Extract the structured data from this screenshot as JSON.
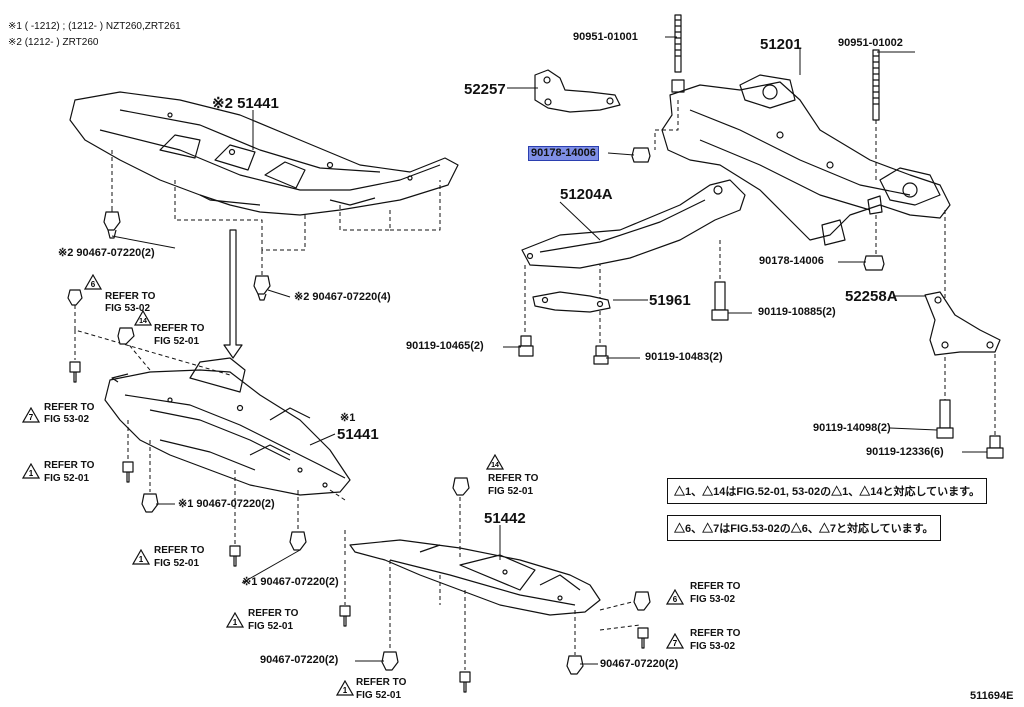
{
  "notes": {
    "line1": "※1 (   -1212) ; (1212-   ) NZT260,ZRT261",
    "line2": "※2 (1212-   ) ZRT260"
  },
  "parts": {
    "p51441_top": "※2 51441",
    "p51441_bottom_mark": "※1",
    "p51441_bottom": "51441",
    "p51442": "51442",
    "p52257": "52257",
    "p51201": "51201",
    "p51204A": "51204A",
    "p51961": "51961",
    "p52258A": "52258A",
    "p90951_01001": "90951-01001",
    "p90951_01002": "90951-01002",
    "p90178_14006_hl": "90178-14006",
    "p90178_14006": "90178-14006",
    "p90119_10885": "90119-10885(2)",
    "p90119_10465": "90119-10465(2)",
    "p90119_10483": "90119-10483(2)",
    "p90119_14098": "90119-14098(2)",
    "p90119_12336": "90119-12336(6)",
    "p90467_top_left": "※2 90467-07220(2)",
    "p90467_top_mid": "※2 90467-07220(4)",
    "p90467_mid1": "※1 90467-07220(2)",
    "p90467_mid2": "※1 90467-07220(2)",
    "p90467_bot_left": "90467-07220(2)",
    "p90467_bot_right": "90467-07220(2)"
  },
  "refs": [
    {
      "num": "6",
      "text1": "REFER TO",
      "text2": "FIG 53-02"
    },
    {
      "num": "14",
      "text1": "REFER TO",
      "text2": "FIG 52-01"
    },
    {
      "num": "7",
      "text1": "REFER TO",
      "text2": "FIG 53-02"
    },
    {
      "num": "1",
      "text1": "REFER TO",
      "text2": "FIG 52-01"
    },
    {
      "num": "1",
      "text1": "REFER TO",
      "text2": "FIG 52-01"
    },
    {
      "num": "1",
      "text1": "REFER TO",
      "text2": "FIG 52-01"
    },
    {
      "num": "1",
      "text1": "REFER TO",
      "text2": "FIG 52-01"
    },
    {
      "num": "14",
      "text1": "REFER TO",
      "text2": "FIG 52-01"
    },
    {
      "num": "6",
      "text1": "REFER TO",
      "text2": "FIG 53-02"
    },
    {
      "num": "7",
      "text1": "REFER TO",
      "text2": "FIG 53-02"
    }
  ],
  "legend": {
    "box1": "△1、△14はFIG.52-01, 53-02の△1、△14と対応しています。",
    "box2": "△6、△7はFIG.53-02の△6、△7と対応しています。"
  },
  "figure_code": "511694E",
  "colors": {
    "highlight": "#7f8fe6",
    "line": "#111111"
  }
}
